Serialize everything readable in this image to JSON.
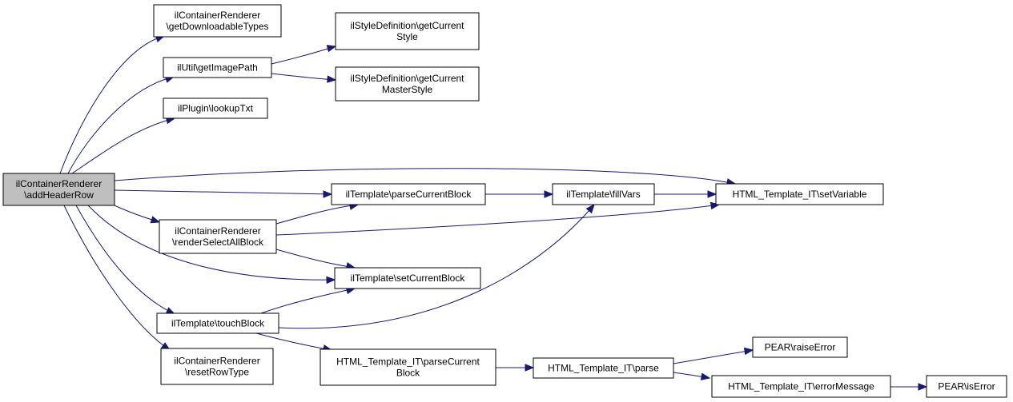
{
  "colors": {
    "edge": "#191970",
    "root_fill": "#bfbfbf",
    "node_fill": "#ffffff",
    "border": "#000000"
  },
  "nodes": [
    {
      "id": "n0",
      "lines": [
        "ilContainerRenderer",
        "\\addHeaderRow"
      ],
      "root": true
    },
    {
      "id": "n1",
      "lines": [
        "ilContainerRenderer",
        "\\getDownloadableTypes"
      ]
    },
    {
      "id": "n2",
      "lines": [
        "ilUtil\\getImagePath"
      ]
    },
    {
      "id": "n3",
      "lines": [
        "ilStyleDefinition\\getCurrent",
        "Style"
      ]
    },
    {
      "id": "n4",
      "lines": [
        "ilStyleDefinition\\getCurrent",
        "MasterStyle"
      ]
    },
    {
      "id": "n5",
      "lines": [
        "ilPlugin\\lookupTxt"
      ]
    },
    {
      "id": "n6",
      "lines": [
        "HTML_Template_IT\\setVariable"
      ]
    },
    {
      "id": "n7",
      "lines": [
        "ilTemplate\\parseCurrentBlock"
      ]
    },
    {
      "id": "n8",
      "lines": [
        "ilTemplate\\fillVars"
      ]
    },
    {
      "id": "n9",
      "lines": [
        "ilContainerRenderer",
        "\\renderSelectAllBlock"
      ]
    },
    {
      "id": "n10",
      "lines": [
        "ilTemplate\\setCurrentBlock"
      ]
    },
    {
      "id": "n11",
      "lines": [
        "ilTemplate\\touchBlock"
      ]
    },
    {
      "id": "n12",
      "lines": [
        "ilContainerRenderer",
        "\\resetRowType"
      ]
    },
    {
      "id": "n13",
      "lines": [
        "HTML_Template_IT\\parseCurrent",
        "Block"
      ]
    },
    {
      "id": "n14",
      "lines": [
        "HTML_Template_IT\\parse"
      ]
    },
    {
      "id": "n15",
      "lines": [
        "PEAR\\raiseError"
      ]
    },
    {
      "id": "n16",
      "lines": [
        "HTML_Template_IT\\errorMessage"
      ]
    },
    {
      "id": "n17",
      "lines": [
        "PEAR\\isError"
      ]
    }
  ],
  "edges": [
    {
      "from": "n0",
      "to": "n1"
    },
    {
      "from": "n0",
      "to": "n2"
    },
    {
      "from": "n0",
      "to": "n5"
    },
    {
      "from": "n0",
      "to": "n6"
    },
    {
      "from": "n0",
      "to": "n7"
    },
    {
      "from": "n0",
      "to": "n9"
    },
    {
      "from": "n0",
      "to": "n10"
    },
    {
      "from": "n0",
      "to": "n11"
    },
    {
      "from": "n0",
      "to": "n12"
    },
    {
      "from": "n2",
      "to": "n3"
    },
    {
      "from": "n2",
      "to": "n4"
    },
    {
      "from": "n7",
      "to": "n8"
    },
    {
      "from": "n8",
      "to": "n6"
    },
    {
      "from": "n9",
      "to": "n7"
    },
    {
      "from": "n9",
      "to": "n6"
    },
    {
      "from": "n9",
      "to": "n10"
    },
    {
      "from": "n11",
      "to": "n10"
    },
    {
      "from": "n11",
      "to": "n8"
    },
    {
      "from": "n11",
      "to": "n13"
    },
    {
      "from": "n13",
      "to": "n14"
    },
    {
      "from": "n14",
      "to": "n15"
    },
    {
      "from": "n14",
      "to": "n16"
    },
    {
      "from": "n16",
      "to": "n17"
    }
  ]
}
